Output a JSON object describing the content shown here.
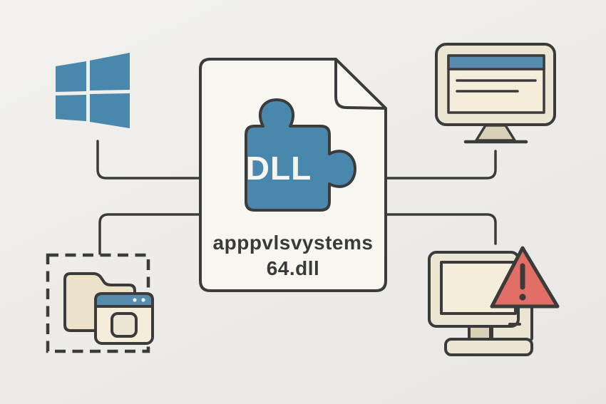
{
  "figure": {
    "type": "illustration-diagram",
    "subject": "Windows DLL file relationships",
    "center_file": {
      "badge_label": "DLL",
      "filename_line1": "apppvlsvystems",
      "filename_line2": "64.dll"
    },
    "nodes": [
      {
        "id": "windows-logo",
        "icon": "windows-logo-icon",
        "position": "top-left"
      },
      {
        "id": "dll-file",
        "icon": "dll-file-puzzle-icon",
        "position": "center"
      },
      {
        "id": "monitor",
        "icon": "monitor-app-window-icon",
        "position": "top-right"
      },
      {
        "id": "app-folder",
        "icon": "folder-app-window-icon",
        "position": "bottom-left",
        "decoration": "dashed-selection-box"
      },
      {
        "id": "error-computer",
        "icon": "computer-warning-icon",
        "position": "bottom-right",
        "decoration": "warning-triangle-icon"
      }
    ],
    "connectors": [
      {
        "from": "windows-logo",
        "to": "dll-file"
      },
      {
        "from": "monitor",
        "to": "dll-file"
      },
      {
        "from": "dll-file",
        "to": "app-folder"
      },
      {
        "from": "dll-file",
        "to": "error-computer"
      }
    ]
  },
  "colors": {
    "outline": "#3b3b3b",
    "blue": "#4987ac",
    "titlebar_blue": "#578cae",
    "paper": "#f8f6f1",
    "cream": "#ebe5d3",
    "cream_light": "#f3edda",
    "cream_dark": "#d9d0b8",
    "folder_tan": "#ece2c9",
    "warning_red": "#e26f66",
    "text_dark": "#3a3a3a",
    "badge_text": "#f6f5f1",
    "background_light": "#f2f1ee",
    "background_dark": "#e9e7e3"
  }
}
